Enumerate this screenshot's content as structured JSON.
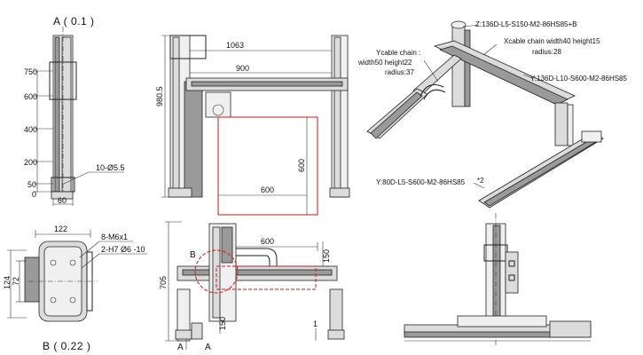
{
  "view_a": {
    "label": "A ( 0.1 )",
    "dims": [
      "750",
      "600",
      "400",
      "200",
      "50",
      "0"
    ],
    "bottom_dim": "60",
    "hole_note": "10-Ø5.5"
  },
  "view_b": {
    "label": "B ( 0.22 )",
    "top_dim": "122",
    "left_dim_outer": "124",
    "left_dim_inner": "72",
    "note1": "8-M6x1",
    "note2": "2-H7 Ø6 -10"
  },
  "front_view": {
    "dim_overall_width": "1063",
    "dim_height": "980.5",
    "dim_inner_width": "900",
    "dim_square_w": "600",
    "dim_square_h": "600"
  },
  "top_view": {
    "dim_height": "705",
    "dim_width": "600",
    "dim_right": "150",
    "dim_bottom": "150",
    "dim_small": "1",
    "label_b": "B",
    "label_a1": "A",
    "label_a2": "A"
  },
  "iso_view": {
    "z_axis": "Z:136D-L5-S150-M2-86HS85+B",
    "x_chain_1": "Xcable chain width40  height15",
    "x_chain_2": "radius:28",
    "y_chain_1": "Ycable chain :",
    "y_chain_2": "width50  height22",
    "y_chain_3": "radius:37",
    "y_axis_top": "Y:136D-L10-S600-M2-86HS85",
    "y_axis_bottom": "Y:80D-L5-S600-M2-86HS85",
    "qty": "*2"
  }
}
